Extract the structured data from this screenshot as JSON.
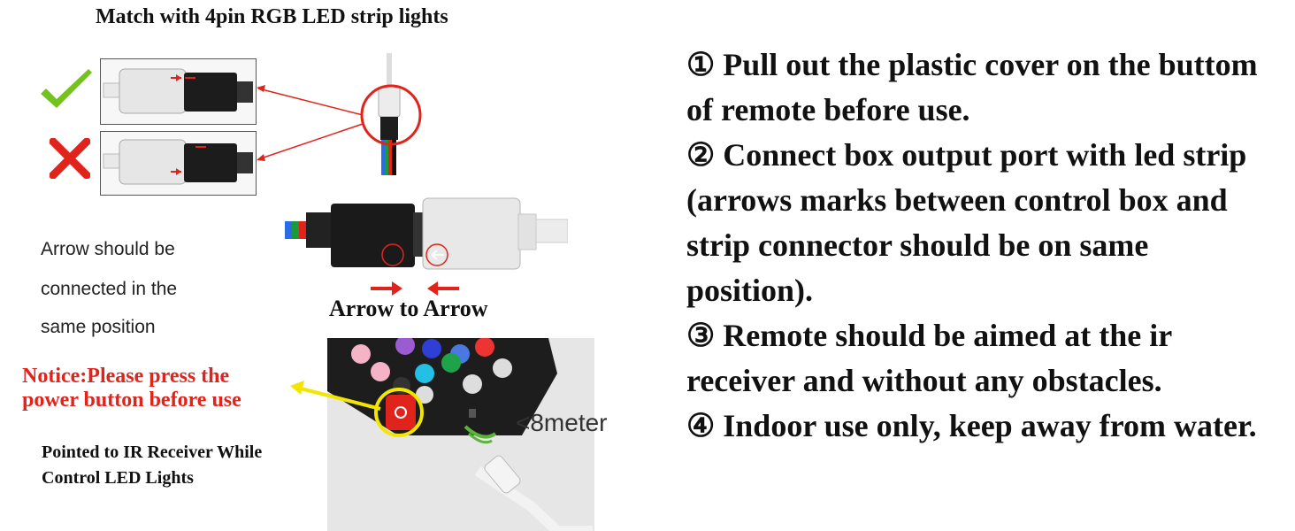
{
  "title": "Match with 4pin RGB LED strip lights",
  "arrow_note": [
    "Arrow should be",
    "connected in the",
    "same position"
  ],
  "arrow_to_arrow": "Arrow to Arrow",
  "notice": [
    "Notice:Please press the",
    "power button before use"
  ],
  "pointed_note": [
    "Pointed to IR Receiver While",
    "Control LED Lights"
  ],
  "distance": "<8meter",
  "instructions": [
    "① Pull out the plastic cover on the buttom of remote before use.",
    "② Connect box output port with led strip (arrows marks between control box and strip connector should be on same position).",
    "③ Remote should be aimed at the ir receiver and without any obstacles.",
    "④ Indoor use only, keep away from water."
  ],
  "remote_buttons": [
    "R",
    "G",
    "B",
    "W"
  ],
  "colors": {
    "accent_red": "#e0241b",
    "check_green": "#74c21e",
    "highlight_yellow": "#f2e600"
  }
}
